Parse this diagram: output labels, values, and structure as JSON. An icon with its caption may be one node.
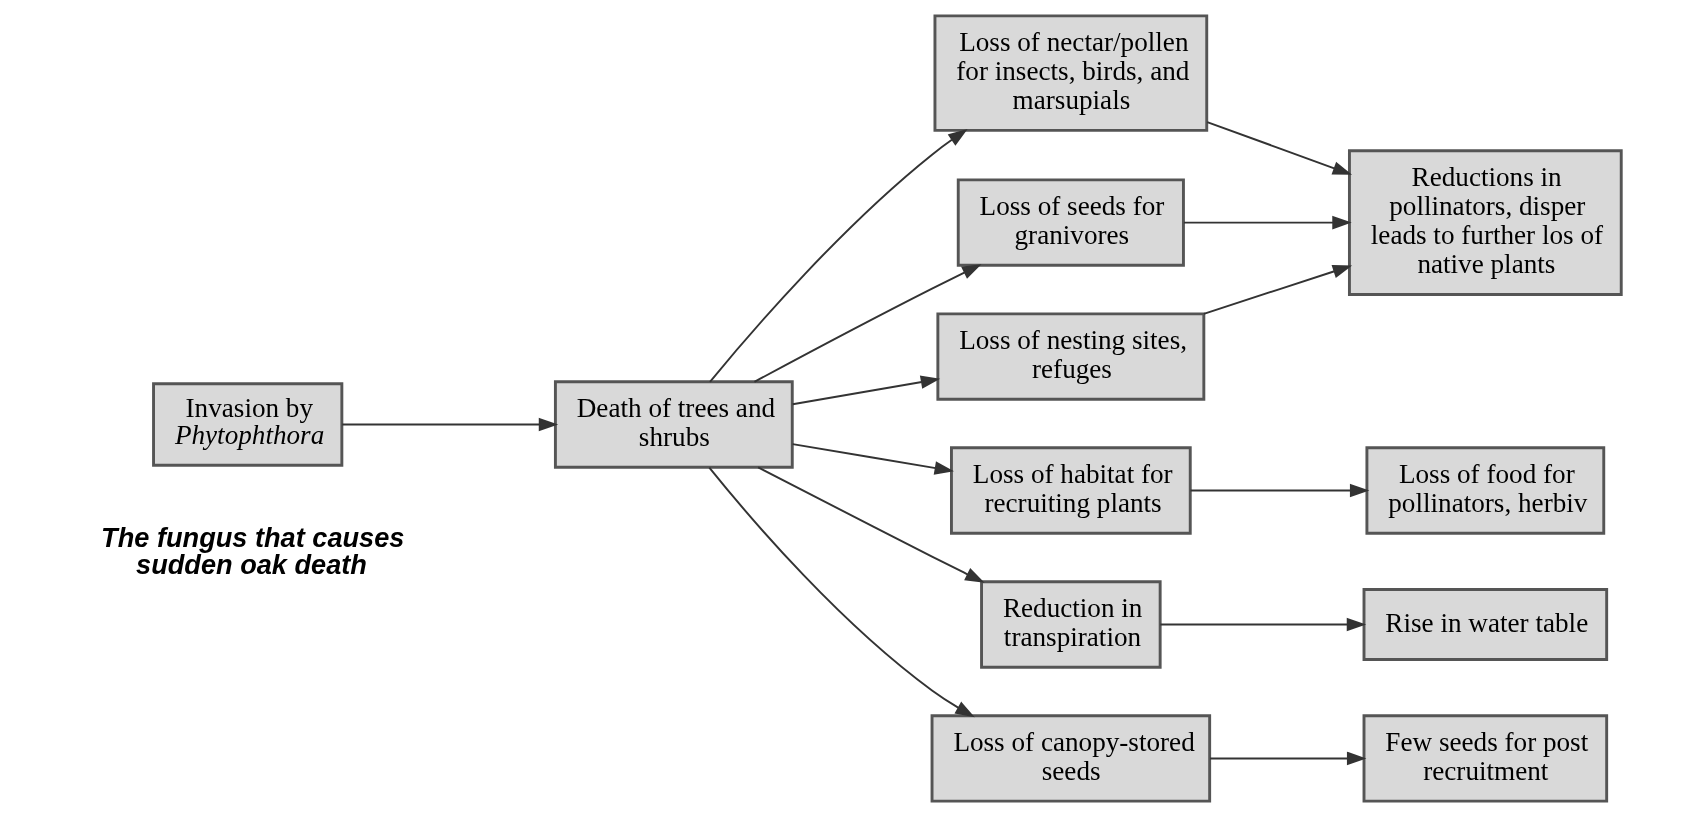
{
  "diagram": {
    "nodes": [
      {
        "text": [
          "Invasion by *Phytophthora*"
        ],
        "beside": [
          "The fungus that causes sudden oak death"
        ]
      },
      {
        "text": [
          "Death of trees and shrubs"
        ]
      },
      {
        "text": [
          "Loss of nectar/pollen for insects, birds, and marsupials"
        ]
      },
      {
        "text": [
          "Loss of seeds for granivores"
        ]
      },
      {
        "text": [
          "Loss of nesting sites, refuges"
        ]
      },
      {
        "text": [
          "Loss of habitat for recruiting plants"
        ]
      },
      {
        "text": [
          "Reduction in transpiration"
        ]
      },
      {
        "text": [
          "Loss of canopy-stored seeds"
        ]
      },
      {
        "text": [
          "Reductions in pollinators, disper leads to further los of native plants"
        ]
      },
      {
        "text": [
          "Loss of food for pollinators, herbiv"
        ]
      },
      {
        "text": [
          "Rise in water table"
        ]
      },
      {
        "text": [
          "Few seeds for post recruitment"
        ]
      }
    ],
    "edges": [
      {
        "from": 0,
        "to": 1,
        "arrow": "to"
      },
      {
        "from": 1,
        "to": 2,
        "arrow": "to"
      },
      {
        "from": 1,
        "to": 3,
        "arrow": "to"
      },
      {
        "from": 1,
        "to": 4,
        "arrow": "to"
      },
      {
        "from": 1,
        "to": 5,
        "arrow": "to"
      },
      {
        "from": 1,
        "to": 6,
        "arrow": "to"
      },
      {
        "from": 1,
        "to": 7,
        "arrow": "to"
      },
      {
        "from": 2,
        "to": 8,
        "arrow": "to"
      },
      {
        "from": 3,
        "to": 8,
        "arrow": "to"
      },
      {
        "from": 4,
        "to": 8,
        "arrow": "to"
      },
      {
        "from": 5,
        "to": 9,
        "arrow": "to"
      },
      {
        "from": 6,
        "to": 10,
        "arrow": "to"
      },
      {
        "from": 7,
        "to": 11,
        "arrow": "to"
      }
    ]
  }
}
